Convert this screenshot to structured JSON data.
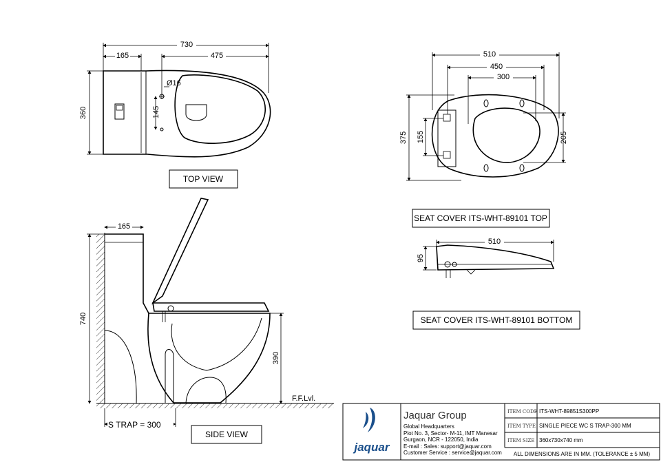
{
  "top_view": {
    "dims": {
      "overall_length": "730",
      "tank_depth": "165",
      "bowl_length": "475",
      "width": "360",
      "fixing_hole": "Ø16",
      "fixing_spacing": "145"
    },
    "caption": "TOP VIEW"
  },
  "side_view": {
    "dims": {
      "tank_depth": "165",
      "height": "740",
      "rim_height": "390"
    },
    "floor_label": "F.F.Lvl.",
    "trap_label": "S TRAP = 300",
    "caption": "SIDE VIEW"
  },
  "seat_top": {
    "dims": {
      "outer_width": "510",
      "mid_width": "450",
      "inner_width": "300",
      "length": "375",
      "hinge_spacing": "155",
      "bowl_width": "205"
    },
    "caption": "SEAT COVER ITS-WHT-89101 TOP"
  },
  "seat_bottom": {
    "dims": {
      "width": "510",
      "height": "95"
    },
    "caption": "SEAT COVER ITS-WHT-89101 BOTTOM"
  },
  "title_block": {
    "brand_logo_text": "jaquar",
    "company": "Jaquar Group",
    "address_lines": [
      "Global Headquarters",
      "Plot No. 3, Sector- M-11, IMT Manesar",
      "Gurgaon, NCR - 122050, India",
      "E-mail : Sales: support@jaquar.com",
      "Customer Service : service@jaquar.com"
    ],
    "rows": [
      {
        "label": "ITEM CODE",
        "value": "ITS-WHT-89851S300PP"
      },
      {
        "label": "ITEM TYPE",
        "value": "SINGLE PIECE WC S TRAP-300 MM"
      },
      {
        "label": "ITEM SIZE",
        "value": "360x730x740 mm"
      }
    ],
    "note": "ALL DIMENSIONS ARE IN MM. (TOLERANCE ± 5 MM)",
    "brand_color": "#1a4f8b"
  }
}
